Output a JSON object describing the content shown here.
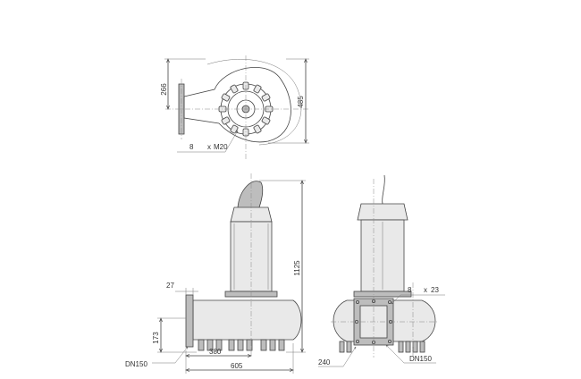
{
  "colors": {
    "line": "#444444",
    "body": "#e9e9e9",
    "shade": "#bdbdbd"
  },
  "top_view": {
    "dim_266": "266",
    "dim_485": "485",
    "bolt_count": "8",
    "bolt_times": "x",
    "bolt_spec": "M20"
  },
  "side_view": {
    "dim_27": "27",
    "dim_173": "173",
    "dim_1125": "1125",
    "dim_380": "380",
    "dim_605": "605",
    "outlet": "DN150"
  },
  "front_view": {
    "bolt_count": "8",
    "bolt_times": "x",
    "bolt_spec": "23",
    "dim_240": "240",
    "outlet": "DN150"
  }
}
